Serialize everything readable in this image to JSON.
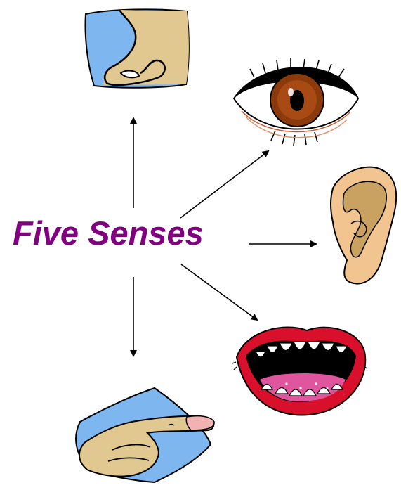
{
  "title": "Five Senses",
  "colors": {
    "title": "#800080",
    "arrow": "#000000",
    "skin": "#E0C890",
    "sky": "#7EB7F0",
    "iris": "#8B3A0C",
    "lips": "#D8102C",
    "tongue": "#E0569E",
    "ear": "#F2C590"
  },
  "senses": [
    {
      "sense": "smell",
      "icon": "nose-icon"
    },
    {
      "sense": "sight",
      "icon": "eye-icon"
    },
    {
      "sense": "hearing",
      "icon": "ear-icon"
    },
    {
      "sense": "taste",
      "icon": "mouth-icon"
    },
    {
      "sense": "touch",
      "icon": "finger-icon"
    }
  ]
}
